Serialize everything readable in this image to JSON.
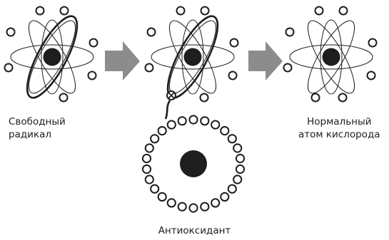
{
  "labels": {
    "free_radical_line1": "Свободный",
    "free_radical_line2": "радикал",
    "normal_atom_line1": "Нормальный",
    "normal_atom_line2": "атом кислорода",
    "antioxidant": "Антиоксидант"
  },
  "colors": {
    "ink": "#1e1e1e",
    "arrow_fill": "#8c8c8c",
    "background": "#ffffff"
  },
  "icons": {
    "step_arrow": "arrow-right-icon",
    "bond": "x-bond-icon"
  }
}
